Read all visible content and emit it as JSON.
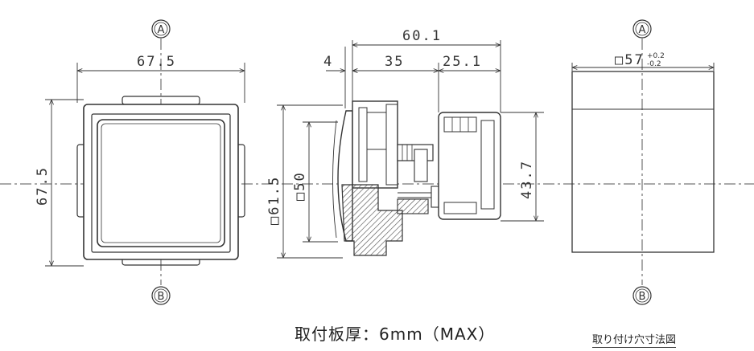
{
  "views": {
    "front": {
      "width_dim": "67.5",
      "height_dim": "67.5",
      "marker_top": "A",
      "marker_bottom": "B"
    },
    "side": {
      "overall_dim": "60.1",
      "dim_a": "4",
      "dim_b": "35",
      "dim_c": "25.1",
      "body_square_dim": "□61.5",
      "inner_square_dim": "□50",
      "unit_height_dim": "43.7"
    },
    "cutout": {
      "square_dim": "□57",
      "tol_upper": "+0.2",
      "tol_lower": "-0.2",
      "marker_top": "A",
      "marker_bottom": "B"
    }
  },
  "captions": {
    "panel_thickness": "取付板厚：6mm（MAX）",
    "cutout_title": "取り付け穴寸法図"
  },
  "colors": {
    "line": "#333333",
    "hatch": "#555555"
  }
}
